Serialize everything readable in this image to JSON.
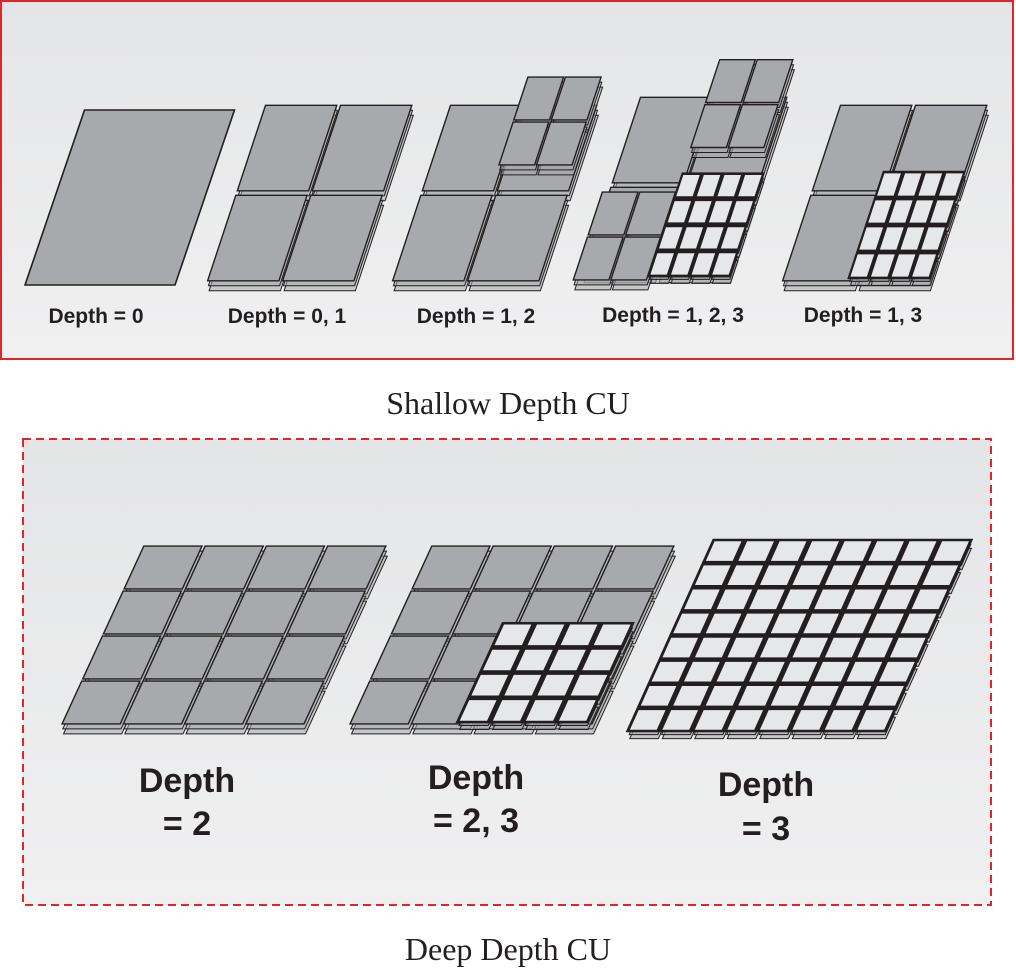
{
  "shallow": {
    "caption": "Shallow Depth CU",
    "labels": [
      "Depth = 0",
      "Depth = 0, 1",
      "Depth = 1, 2",
      "Depth = 1, 2, 3",
      "Depth = 1, 3"
    ]
  },
  "deep": {
    "caption": "Deep Depth CU",
    "labels": [
      [
        "Depth",
        "= 2"
      ],
      [
        "Depth",
        "= 2, 3"
      ],
      [
        "Depth",
        "= 3"
      ]
    ]
  },
  "colors": {
    "frame": "#e0262a",
    "panel_bg": "#e6e7e8",
    "block_fill": "#a7a9ac",
    "block_stroke": "#231f20",
    "fine_fill": "#e6e7e8",
    "text": "#231f20"
  }
}
